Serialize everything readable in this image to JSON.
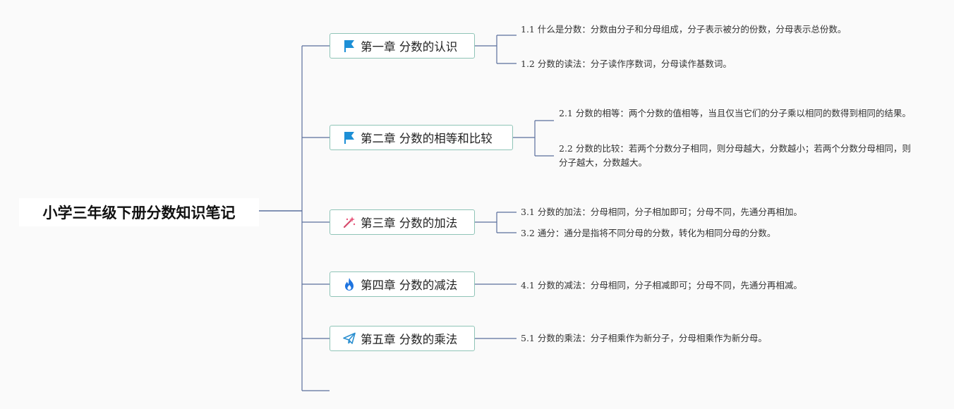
{
  "root": {
    "title": "小学三年级下册分数知识笔记"
  },
  "chapters": [
    {
      "label": "第一章 分数的认识",
      "icon": "flag-icon",
      "notes": [
        "1.1 什么是分数：分数由分子和分母组成，分子表示被分的份数，分母表示总份数。",
        "1.2 分数的读法：分子读作序数词，分母读作基数词。"
      ]
    },
    {
      "label": "第二章 分数的相等和比较",
      "icon": "flag-icon",
      "notes": [
        "2.1 分数的相等：两个分数的值相等，当且仅当它们的分子乘以相同的数得到相同的结果。",
        "2.2 分数的比较：若两个分数分子相同，则分母越大，分数越小；若两个分数分母相同，则分子越大，分数越大。"
      ]
    },
    {
      "label": "第三章 分数的加法",
      "icon": "magic-wand-icon",
      "notes": [
        "3.1 分数的加法：分母相同，分子相加即可；分母不同，先通分再相加。",
        "3.2 通分：通分是指将不同分母的分数，转化为相同分母的分数。"
      ]
    },
    {
      "label": "第四章 分数的减法",
      "icon": "fire-icon",
      "notes": [
        "4.1 分数的减法：分母相同，分子相减即可；分母不同，先通分再相减。"
      ]
    },
    {
      "label": "第五章 分数的乘法",
      "icon": "paper-plane-icon",
      "notes": [
        "5.1 分数的乘法：分子相乘作为新分子，分母相乘作为新分母。"
      ]
    }
  ],
  "colors": {
    "connector": "#5a6f9c",
    "chapter_border": "#8fc4b7",
    "flag": "#1d8fd6",
    "fire": "#1e74e0",
    "plane": "#2b8fd0",
    "wand": "#d64a6c"
  }
}
